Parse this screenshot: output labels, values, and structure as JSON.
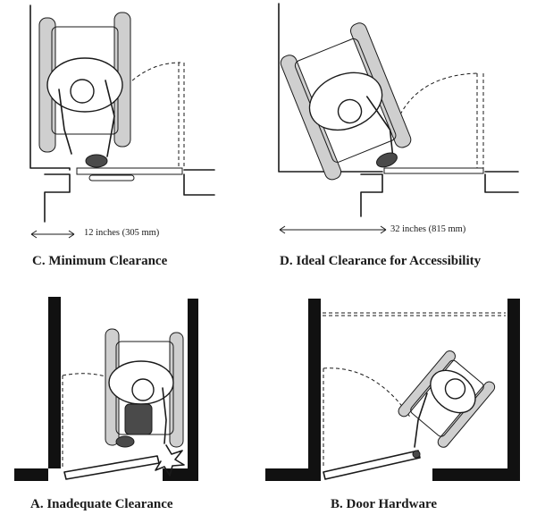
{
  "panels": {
    "c": {
      "caption": "C. Minimum Clearance",
      "dimension": "12 inches (305 mm)"
    },
    "d": {
      "caption": "D. Ideal Clearance for Accessibility",
      "dimension": "32 inches (815 mm)"
    },
    "a": {
      "caption": "A.  Inadequate Clearance"
    },
    "b": {
      "caption": "B. Door Hardware"
    }
  }
}
